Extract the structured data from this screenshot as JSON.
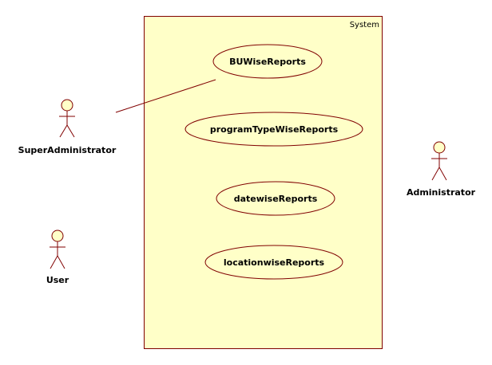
{
  "colors": {
    "fill": "#ffffc8",
    "stroke": "#800000"
  },
  "system": {
    "label": "System"
  },
  "use_cases": [
    {
      "label": "BUWiseReports"
    },
    {
      "label": "programTypeWiseReports"
    },
    {
      "label": "datewiseReports"
    },
    {
      "label": "locationwiseReports"
    }
  ],
  "actors": [
    {
      "label": "SuperAdministrator"
    },
    {
      "label": "User"
    },
    {
      "label": "Administrator"
    }
  ],
  "associations": [
    {
      "from": "SuperAdministrator",
      "to": "BUWiseReports"
    }
  ]
}
